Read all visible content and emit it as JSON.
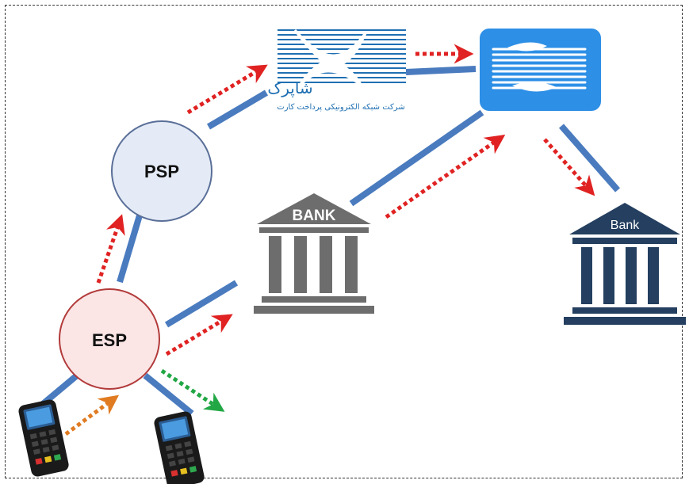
{
  "nodes": {
    "psp": {
      "label": "PSP",
      "fill": "#e4ebf6",
      "stroke": "#5a6f98"
    },
    "esp": {
      "label": "ESP",
      "fill": "#fbe5e5",
      "stroke": "#b23a3a"
    },
    "acquirer_bank": {
      "label": "BANK",
      "color": "#6d6d6d"
    },
    "issuer_bank": {
      "label": "Bank",
      "color": "#243f5f"
    },
    "shaparak": {
      "caption": "شاپرک",
      "subcaption": "شرکت شبکه الکترونیکی پرداخت کارت",
      "color": "#1f6fb2"
    },
    "shetab": {
      "color": "#2d8fe6"
    }
  },
  "colors": {
    "link": "#4a7bbf",
    "arrow_red": "#e02222",
    "arrow_orange": "#e07b22",
    "arrow_green": "#22a745"
  }
}
